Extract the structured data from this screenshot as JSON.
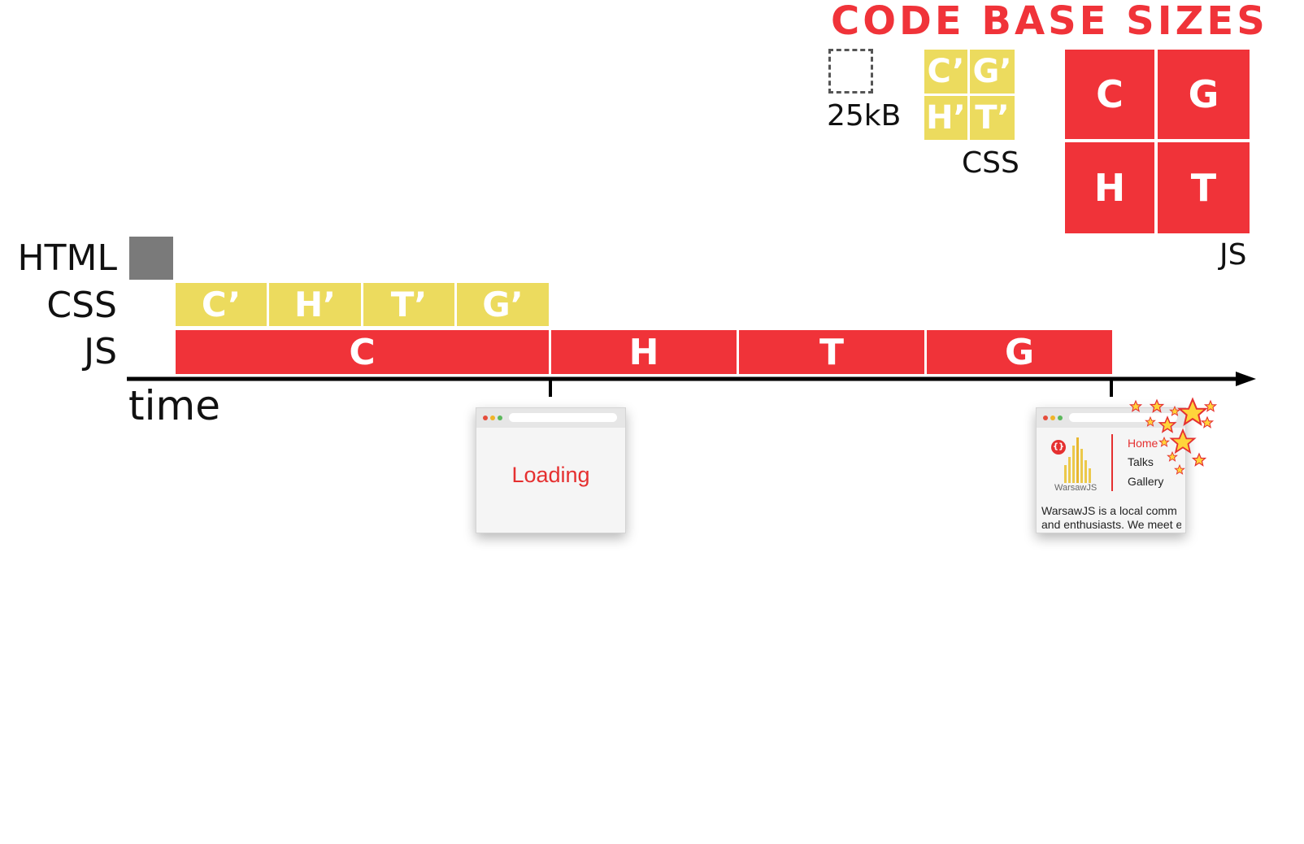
{
  "header": {
    "title": "CODE BASE SIZES"
  },
  "legend": {
    "size_label": "25kB"
  },
  "css_sizes": {
    "tiles": [
      "C’",
      "G’",
      "H’",
      "T’"
    ],
    "caption": "CSS"
  },
  "js_sizes": {
    "tiles": [
      "C",
      "G",
      "H",
      "T"
    ],
    "caption": "JS"
  },
  "timeline": {
    "rows": {
      "html": "HTML",
      "css": "CSS",
      "js": "JS"
    },
    "css_bars": [
      "C’",
      "H’",
      "T’",
      "G’"
    ],
    "js_bars": [
      "C",
      "H",
      "T",
      "G"
    ],
    "axis_label": "time"
  },
  "browser_loading": {
    "text": "Loading"
  },
  "browser_loaded": {
    "nav": [
      "Home",
      "Talks",
      "Gallery"
    ],
    "logo_text": "WarsawJS",
    "logo_badge": "{}",
    "blurb_line1": "WarsawJS is a local comm",
    "blurb_line2": "and enthusiasts. We meet e"
  },
  "colors": {
    "css": "#ecdb5e",
    "js": "#f03339",
    "html": "#7a7a7a",
    "title": "#f03339"
  }
}
